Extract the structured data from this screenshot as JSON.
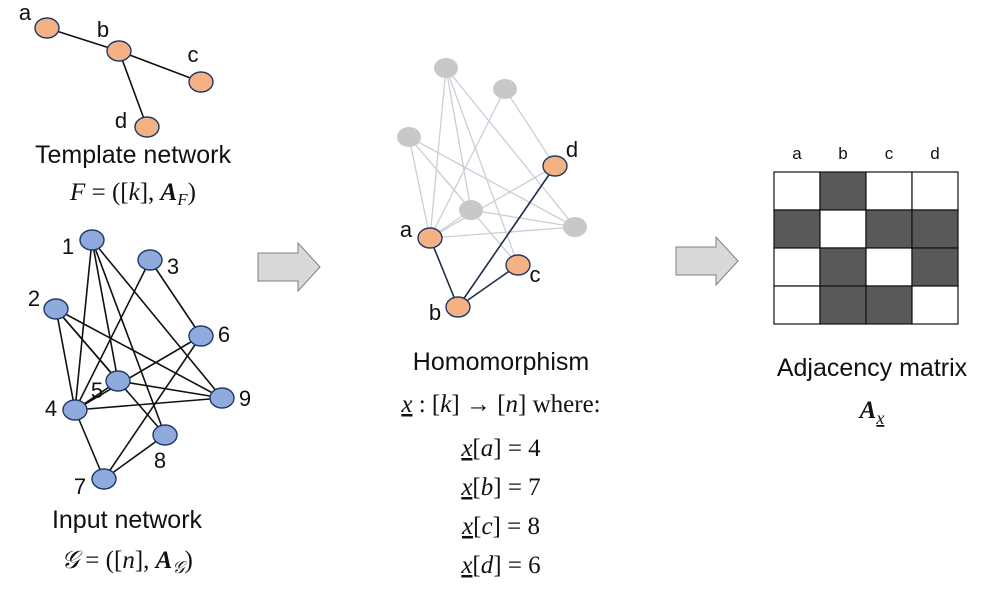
{
  "template": {
    "title": "Template network",
    "formula": {
      "lhs": "F",
      "eq": " = ",
      "open": "([",
      "k": "k",
      "close_set": "], ",
      "A": "A",
      "sub": "F",
      "close": ")"
    },
    "nodes": [
      {
        "id": "a",
        "label": "a"
      },
      {
        "id": "b",
        "label": "b"
      },
      {
        "id": "c",
        "label": "c"
      },
      {
        "id": "d",
        "label": "d"
      }
    ],
    "edges": [
      [
        "a",
        "b"
      ],
      [
        "b",
        "c"
      ],
      [
        "b",
        "d"
      ]
    ],
    "node_color": "#F4B183"
  },
  "input": {
    "title": "Input network",
    "formula": {
      "lhs": "𝒢",
      "eq": " = ",
      "open": "([",
      "n": "n",
      "close_set": "], ",
      "A": "A",
      "sub": "𝒢",
      "close": ")"
    },
    "nodes": [
      {
        "id": "1",
        "label": "1"
      },
      {
        "id": "2",
        "label": "2"
      },
      {
        "id": "3",
        "label": "3"
      },
      {
        "id": "4",
        "label": "4"
      },
      {
        "id": "5",
        "label": "5"
      },
      {
        "id": "6",
        "label": "6"
      },
      {
        "id": "7",
        "label": "7"
      },
      {
        "id": "8",
        "label": "8"
      },
      {
        "id": "9",
        "label": "9"
      }
    ],
    "edges": [
      [
        "1",
        "4"
      ],
      [
        "1",
        "5"
      ],
      [
        "1",
        "8"
      ],
      [
        "1",
        "9"
      ],
      [
        "2",
        "5"
      ],
      [
        "2",
        "9"
      ],
      [
        "2",
        "8"
      ],
      [
        "2",
        "4"
      ],
      [
        "3",
        "6"
      ],
      [
        "3",
        "4"
      ],
      [
        "4",
        "5"
      ],
      [
        "4",
        "9"
      ],
      [
        "4",
        "7"
      ],
      [
        "4",
        "6"
      ],
      [
        "5",
        "9"
      ],
      [
        "6",
        "7"
      ],
      [
        "7",
        "8"
      ]
    ],
    "node_color": "#8FAADC"
  },
  "homomorphism": {
    "title": "Homomorphism",
    "definition": {
      "x": "x",
      "colon": " : [",
      "k": "k",
      "arrow": "] → [",
      "n": "n",
      "where": "] where:"
    },
    "mappings": [
      {
        "var": "x",
        "key": "a",
        "value": "4"
      },
      {
        "var": "x",
        "key": "b",
        "value": "7"
      },
      {
        "var": "x",
        "key": "c",
        "value": "8"
      },
      {
        "var": "x",
        "key": "d",
        "value": "6"
      }
    ],
    "labels": [
      {
        "id": "a",
        "label": "a"
      },
      {
        "id": "b",
        "label": "b"
      },
      {
        "id": "c",
        "label": "c"
      },
      {
        "id": "d",
        "label": "d"
      }
    ],
    "active_color": "#F4B183",
    "inactive_color": "#C8C8C8",
    "active_edge_color": "#1F2D4A",
    "inactive_edge_color": "#C9CFD8"
  },
  "adjacency": {
    "title": "Adjacency matrix",
    "symbol": {
      "A": "A",
      "sub": "x"
    },
    "columns": [
      "a",
      "b",
      "c",
      "d"
    ],
    "matrix": [
      [
        0,
        1,
        0,
        0
      ],
      [
        1,
        0,
        1,
        1
      ],
      [
        0,
        1,
        0,
        1
      ],
      [
        0,
        1,
        1,
        0
      ]
    ],
    "filled_color": "#595959",
    "empty_color": "#FFFFFF"
  },
  "arrow_color": "#D9D9D9"
}
